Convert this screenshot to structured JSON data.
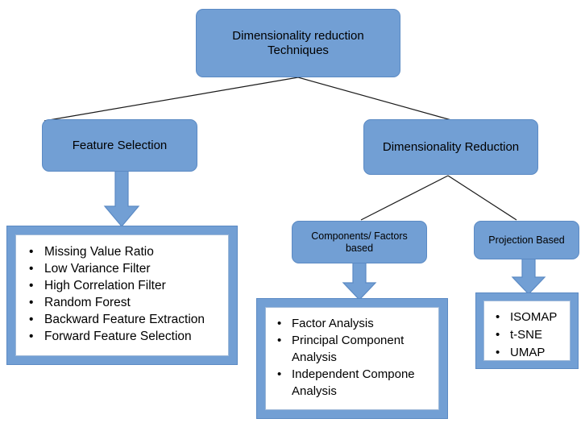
{
  "diagram": {
    "title": "Dimensionality reduction Techniques",
    "colors": {
      "node_fill": "#729fd4",
      "node_border": "#5b8ac4",
      "panel_fill": "#ffffff",
      "panel_border": "#9fb9d8",
      "connector_line": "#1a1a1a",
      "text": "#000000",
      "background": "#ffffff"
    },
    "nodes": {
      "root": "Dimensionality reduction\nTechniques",
      "feature_selection": "Feature Selection",
      "dimensionality_reduction": "Dimensionality Reduction",
      "components_factors": "Components/ Factors\nbased",
      "projection_based": "Projection Based"
    },
    "lists": {
      "feature_selection_methods": {
        "bullet": "•",
        "items": [
          "Missing Value Ratio",
          "Low Variance Filter",
          "High Correlation Filter",
          "Random Forest",
          "Backward Feature Extraction",
          "Forward Feature Selection"
        ]
      },
      "components_factors_methods": {
        "bullet": "•",
        "items": [
          "Factor Analysis",
          "Principal Component\nAnalysis",
          "Independent Compone\nAnalysis"
        ]
      },
      "projection_methods": {
        "bullet": "•",
        "items": [
          "ISOMAP",
          "t-SNE",
          "UMAP"
        ]
      }
    }
  }
}
